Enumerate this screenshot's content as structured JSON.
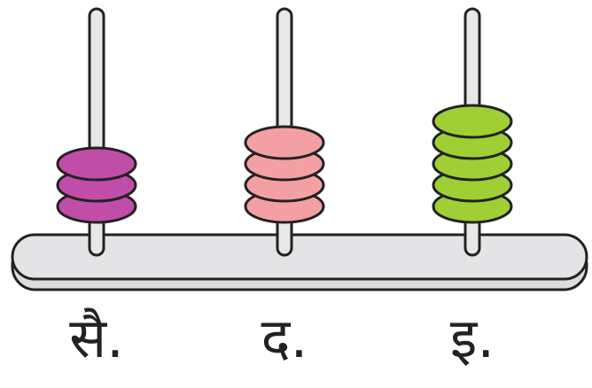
{
  "abacus": {
    "rods": [
      {
        "label": "सै.",
        "bead_count": 3,
        "bead_color": "#c04ea8"
      },
      {
        "label": "द.",
        "bead_count": 4,
        "bead_color": "#f4a0a3"
      },
      {
        "label": "इ.",
        "bead_count": 5,
        "bead_color": "#9fcf35"
      }
    ],
    "rod_color": "#e8e8ea",
    "base_color": "#dcdcdf",
    "outline_color": "#222222"
  }
}
